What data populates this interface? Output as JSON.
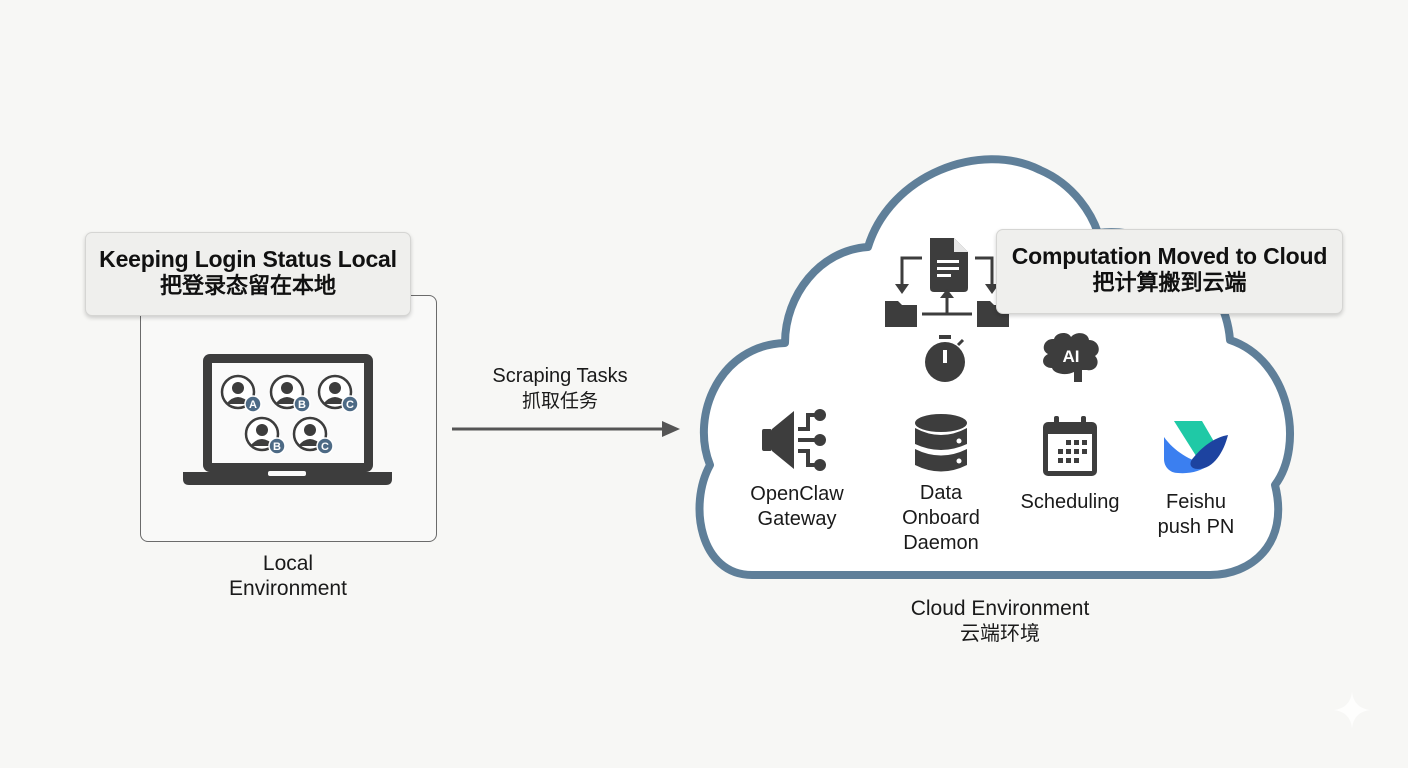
{
  "local": {
    "callout_en": "Keeping Login Status Local",
    "callout_zh": "把登录态留在本地",
    "label_line1": "Local",
    "label_line2": "Environment",
    "accounts": [
      {
        "badge": "A"
      },
      {
        "badge": "B"
      },
      {
        "badge": "C"
      },
      {
        "badge": "B"
      },
      {
        "badge": "C"
      }
    ],
    "badge_color": "#4d6a85"
  },
  "arrow": {
    "label_en": "Scraping Tasks",
    "label_zh": "抓取任务"
  },
  "cloud": {
    "callout_en": "Computation Moved to Cloud",
    "callout_zh": "把计算搬到云端",
    "label_en": "Cloud Environment",
    "label_zh": "云端环境",
    "outline_color": "#5f7f99",
    "upper_icons": [
      {
        "icon": "file-distribution-icon"
      },
      {
        "icon": "stopwatch-icon"
      },
      {
        "icon": "ai-brain-icon",
        "text": "AI"
      }
    ],
    "services": [
      {
        "icon": "gateway-icon",
        "line1": "OpenClaw",
        "line2": "Gateway",
        "line3": ""
      },
      {
        "icon": "database-icon",
        "line1": "Data",
        "line2": "Onboard",
        "line3": "Daemon"
      },
      {
        "icon": "calendar-icon",
        "line1": "Scheduling",
        "line2": "",
        "line3": ""
      },
      {
        "icon": "feishu-logo-icon",
        "line1": "Feishu",
        "line2": "push PN",
        "line3": ""
      }
    ]
  },
  "colors": {
    "icon_dark": "#3d3d3d",
    "arrow": "#555555",
    "feishu_teal": "#1fc9a6",
    "feishu_blue": "#3b7ff0",
    "feishu_navy": "#1d43a0"
  }
}
